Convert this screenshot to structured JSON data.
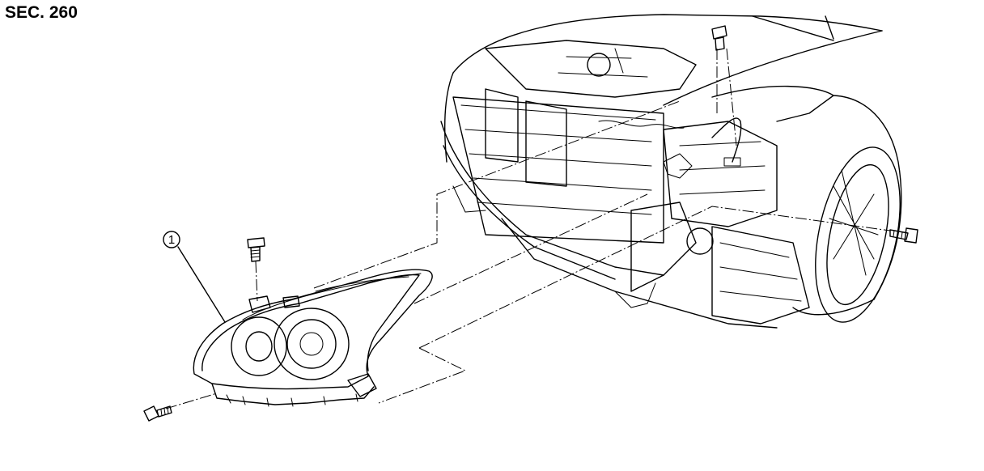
{
  "section_label": "SEC. 260",
  "callouts": [
    {
      "number": "1",
      "part": "headlamp-assembly"
    }
  ],
  "icons": [
    "headlamp-assembly-illustration",
    "vehicle-front-end-illustration",
    "mounting-bolt-icon"
  ]
}
